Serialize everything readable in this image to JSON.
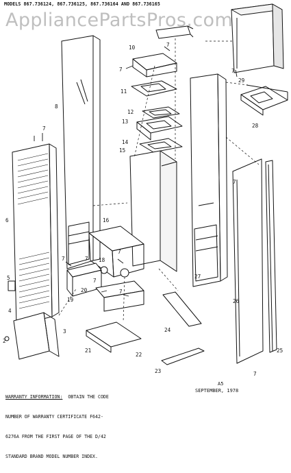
{
  "header": {
    "models_text": "MODELS 867.736124, 867.736125, 867.736164 AND 867.736165"
  },
  "watermark": {
    "text": "AppliancePartsPros.com"
  },
  "callouts": [
    "2",
    "3",
    "4",
    "5",
    "6",
    "7",
    "8",
    "10",
    "11",
    "12",
    "13",
    "14",
    "15",
    "16",
    "18",
    "19",
    "20",
    "21",
    "22",
    "23",
    "24",
    "25",
    "26",
    "27",
    "28",
    "29"
  ],
  "footer": {
    "warranty_heading": "WARRANTY INFORMATION:",
    "warranty_line1_rest": "  OBTAIN THE CODE",
    "warranty_line2": "NUMBER OF WARRANTY CERTIFICATE F642-",
    "warranty_line3": "6276A FROM THE FIRST PAGE OF THE D/42",
    "warranty_line4": "STANDARD BRAND MODEL NUMBER INDEX.",
    "page_code": "A5",
    "date": "SEPTEMBER, 1978"
  }
}
